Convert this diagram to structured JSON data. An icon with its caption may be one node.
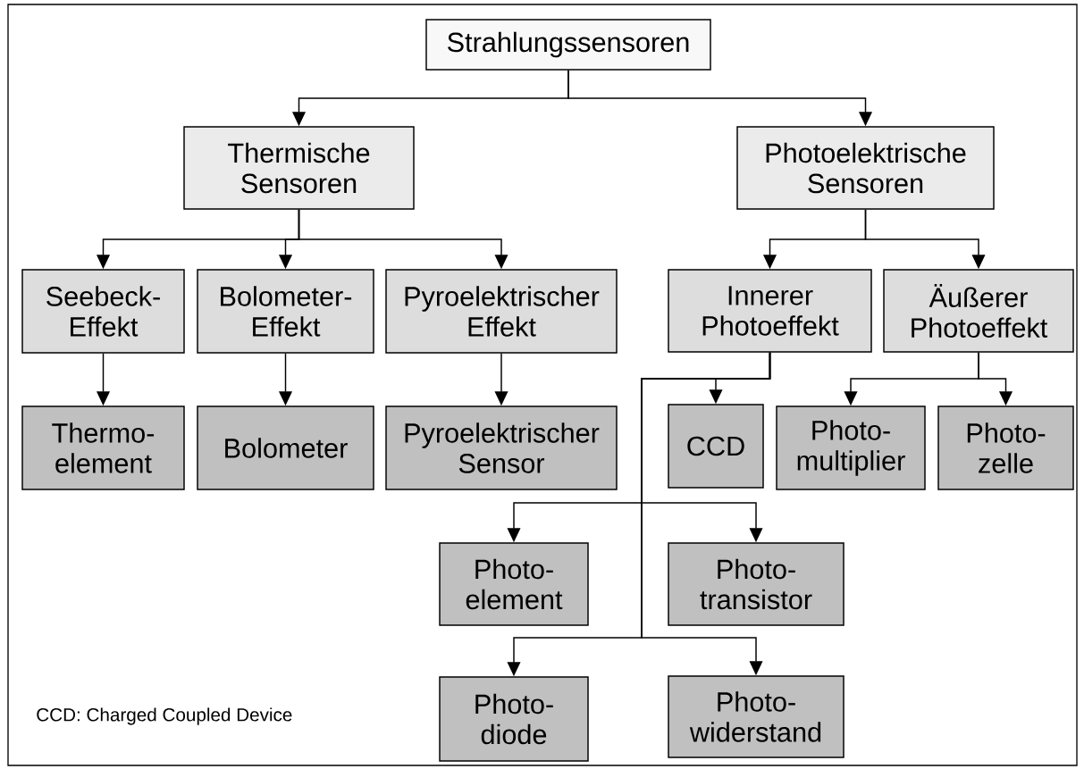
{
  "diagram": {
    "nodes": [
      {
        "text": [
          "Strahlungssensoren"
        ]
      },
      {
        "text": [
          "Thermische Sensoren"
        ]
      },
      {
        "text": [
          "Photoelektrische Sensoren"
        ]
      },
      {
        "text": [
          "Seebeck- Effekt"
        ]
      },
      {
        "text": [
          "Bolometer- Effekt"
        ]
      },
      {
        "text": [
          "Pyroelektrischer Effekt"
        ]
      },
      {
        "text": [
          "Innerer Photoeffekt"
        ]
      },
      {
        "text": [
          "Äußerer Photoeffekt"
        ]
      },
      {
        "text": [
          "Thermo- element"
        ]
      },
      {
        "text": [
          "Bolometer"
        ]
      },
      {
        "text": [
          "Pyroelektrischer Sensor"
        ]
      },
      {
        "text": [
          "CCD"
        ]
      },
      {
        "text": [
          "Photo- multiplier"
        ]
      },
      {
        "text": [
          "Photo- zelle"
        ]
      },
      {
        "text": [
          "Photo- element"
        ]
      },
      {
        "text": [
          "Photo- transistor"
        ]
      },
      {
        "text": [
          "Photo- diode"
        ]
      },
      {
        "text": [
          "Photo- widerstand"
        ]
      }
    ],
    "edges": [
      {
        "from": 0,
        "to": 1,
        "arrow": "to"
      },
      {
        "from": 0,
        "to": 2,
        "arrow": "to"
      },
      {
        "from": 1,
        "to": 3,
        "arrow": "to"
      },
      {
        "from": 1,
        "to": 4,
        "arrow": "to"
      },
      {
        "from": 1,
        "to": 5,
        "arrow": "to"
      },
      {
        "from": 2,
        "to": 6,
        "arrow": "to"
      },
      {
        "from": 2,
        "to": 7,
        "arrow": "to"
      },
      {
        "from": 3,
        "to": 8,
        "arrow": "to"
      },
      {
        "from": 4,
        "to": 9,
        "arrow": "to"
      },
      {
        "from": 5,
        "to": 10,
        "arrow": "to"
      },
      {
        "from": 6,
        "to": 11,
        "arrow": "to"
      },
      {
        "from": 6,
        "to": 14,
        "arrow": "to"
      },
      {
        "from": 6,
        "to": 15,
        "arrow": "to"
      },
      {
        "from": 6,
        "to": 16,
        "arrow": "to"
      },
      {
        "from": 6,
        "to": 17,
        "arrow": "to"
      },
      {
        "from": 7,
        "to": 12,
        "arrow": "to"
      },
      {
        "from": 7,
        "to": 13,
        "arrow": "to"
      }
    ],
    "labels": [
      "CCD: Charged Coupled Device"
    ]
  }
}
